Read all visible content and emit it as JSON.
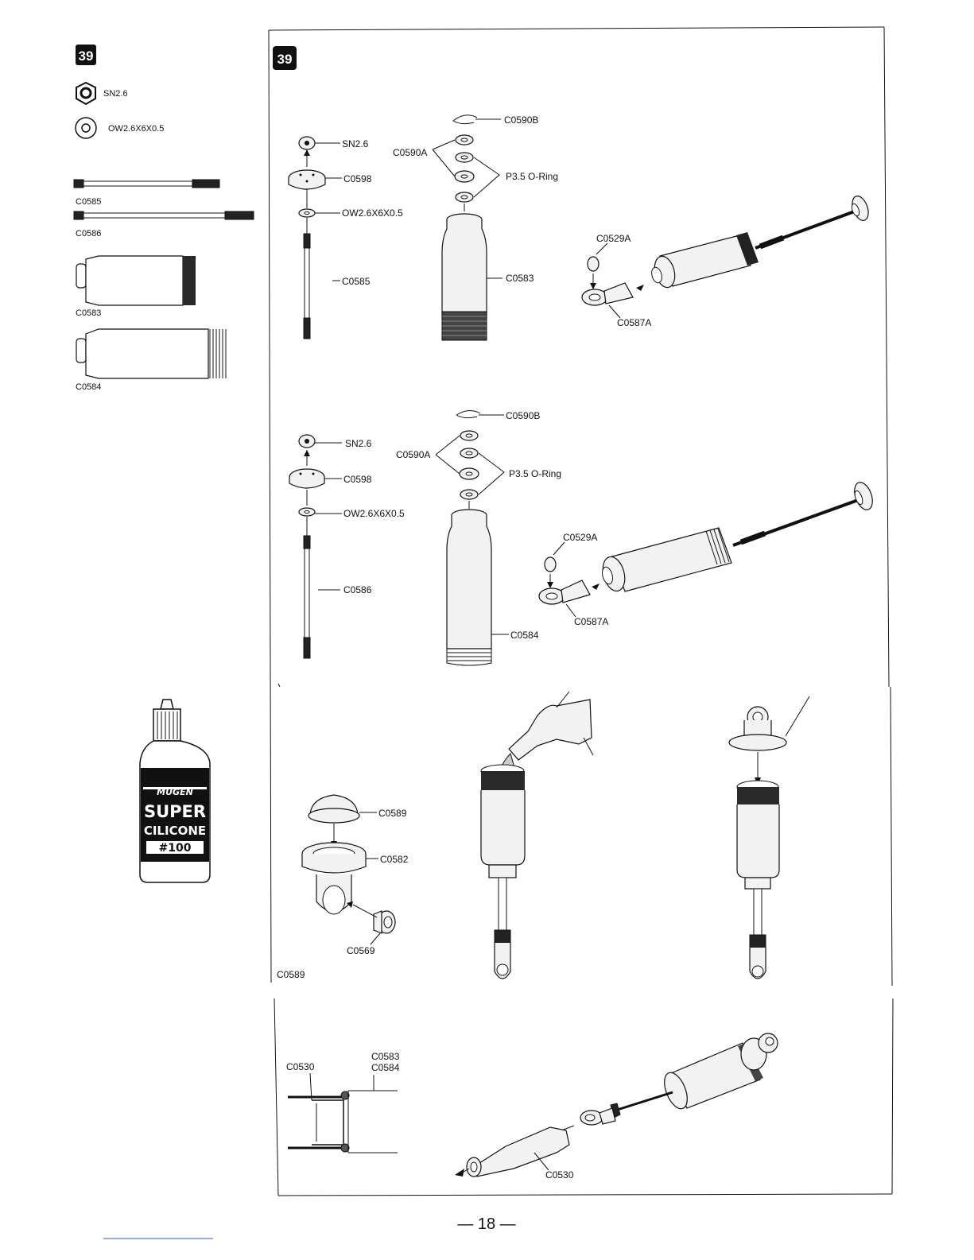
{
  "step_badge": "39",
  "page_number": "— 18 —",
  "hardware_list": [
    {
      "code": "SN2.6",
      "icon": "hex-nut-icon"
    },
    {
      "code": "OW2.6X6X0.5",
      "icon": "washer-icon"
    }
  ],
  "parts_list": [
    "C0585",
    "C0586",
    "C0583",
    "C0584"
  ],
  "oil_bottle": {
    "brand": "MUGEN",
    "line1": "SUPER",
    "line2": "CILICONE",
    "grade": "#100"
  },
  "assembly_front": {
    "nut": "SN2.6",
    "piston": "C0598",
    "washer": "OW2.6X6X0.5",
    "shaft": "C0585",
    "clip": "C0590B",
    "spacer": "C0590A",
    "oring": "P3.5 O-Ring",
    "body": "C0583",
    "ball": "C0529A",
    "rod_end": "C0587A"
  },
  "assembly_rear": {
    "nut": "SN2.6",
    "piston": "C0598",
    "washer": "OW2.6X6X0.5",
    "shaft": "C0586",
    "clip": "C0590B",
    "spacer": "C0590A",
    "oring": "P3.5 O-Ring",
    "body": "C0584",
    "ball": "C0529A",
    "rod_end": "C0587A"
  },
  "cap_assembly": {
    "diaphragm": "C0589",
    "cap": "C0582",
    "bushing": "C0569",
    "corner_label": "C0589"
  },
  "final_assembly": {
    "boot": "C0530",
    "body_top": "C0583",
    "body_bottom": "C0584",
    "boot_bottom": "C0530"
  },
  "colors": {
    "ink": "#111111",
    "paper": "#ffffff"
  }
}
